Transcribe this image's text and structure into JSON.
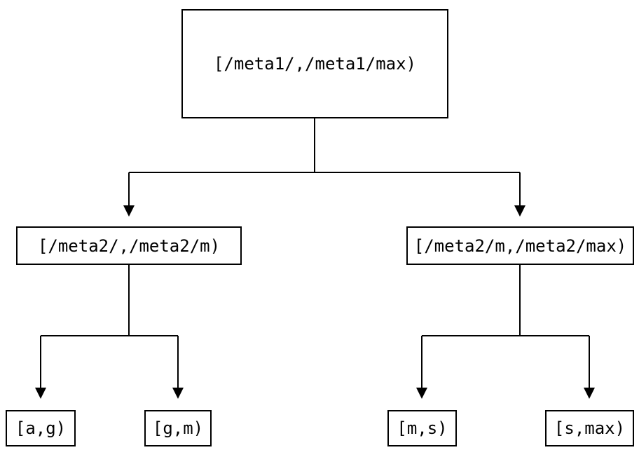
{
  "diagram": {
    "type": "tree",
    "background_color": "#ffffff",
    "line_color": "#000000",
    "node_fill": "#ffffff",
    "node_border_color": "#000000",
    "nodes": {
      "root": {
        "label": "[/meta1/,/meta1/max)"
      },
      "left": {
        "label": "[/meta2/,/meta2/m)"
      },
      "right": {
        "label": "[/meta2/m,/meta2/max)"
      },
      "leaf_ag": {
        "label": "[a,g)"
      },
      "leaf_gm": {
        "label": "[g,m)"
      },
      "leaf_ms": {
        "label": "[m,s)"
      },
      "leaf_smax": {
        "label": "[s,max)"
      }
    },
    "edges": [
      {
        "from": "root",
        "to": "left"
      },
      {
        "from": "root",
        "to": "right"
      },
      {
        "from": "left",
        "to": "leaf_ag"
      },
      {
        "from": "left",
        "to": "leaf_gm"
      },
      {
        "from": "right",
        "to": "leaf_ms"
      },
      {
        "from": "right",
        "to": "leaf_smax"
      }
    ]
  }
}
